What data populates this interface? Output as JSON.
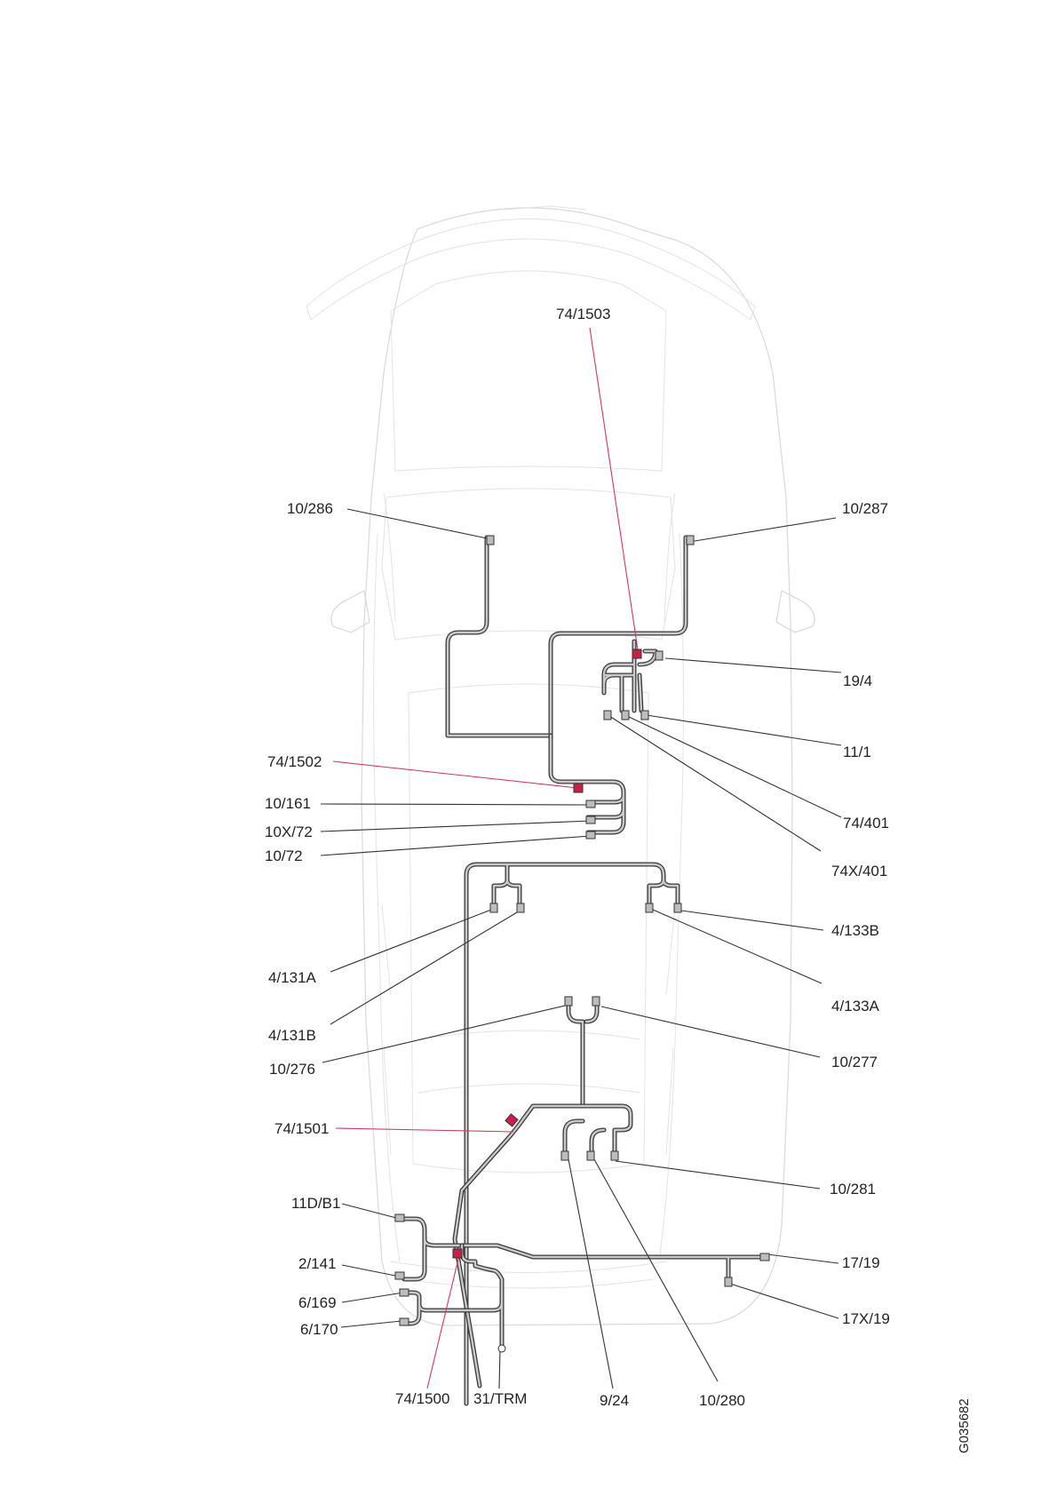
{
  "labels": {
    "c74_1503": "74/1503",
    "c10_286": "10/286",
    "c10_287": "10/287",
    "c19_4": "19/4",
    "c11_1": "11/1",
    "c74_1502": "74/1502",
    "c10_161": "10/161",
    "c10x_72": "10X/72",
    "c10_72": "10/72",
    "c74_401": "74/401",
    "c74x_401": "74X/401",
    "c4_133b": "4/133B",
    "c4_131a": "4/131A",
    "c4_133a": "4/133A",
    "c4_131b": "4/131B",
    "c10_276": "10/276",
    "c10_277": "10/277",
    "c74_1501": "74/1501",
    "c10_281": "10/281",
    "c11d_b1": "11D/B1",
    "c2_141": "2/141",
    "c17_19": "17/19",
    "c6_169": "6/169",
    "c17x_19": "17X/19",
    "c6_170": "6/170",
    "c74_1500": "74/1500",
    "c31_trm": "31/TRM",
    "c9_24": "9/24",
    "c10_280": "10/280"
  },
  "figure_code": "G035682",
  "colors": {
    "highlight_connector": "#cc1f45",
    "highlight_leader": "#d23a5a",
    "connector": "#bdbdbd",
    "car_outline": "#d9d9d9"
  }
}
